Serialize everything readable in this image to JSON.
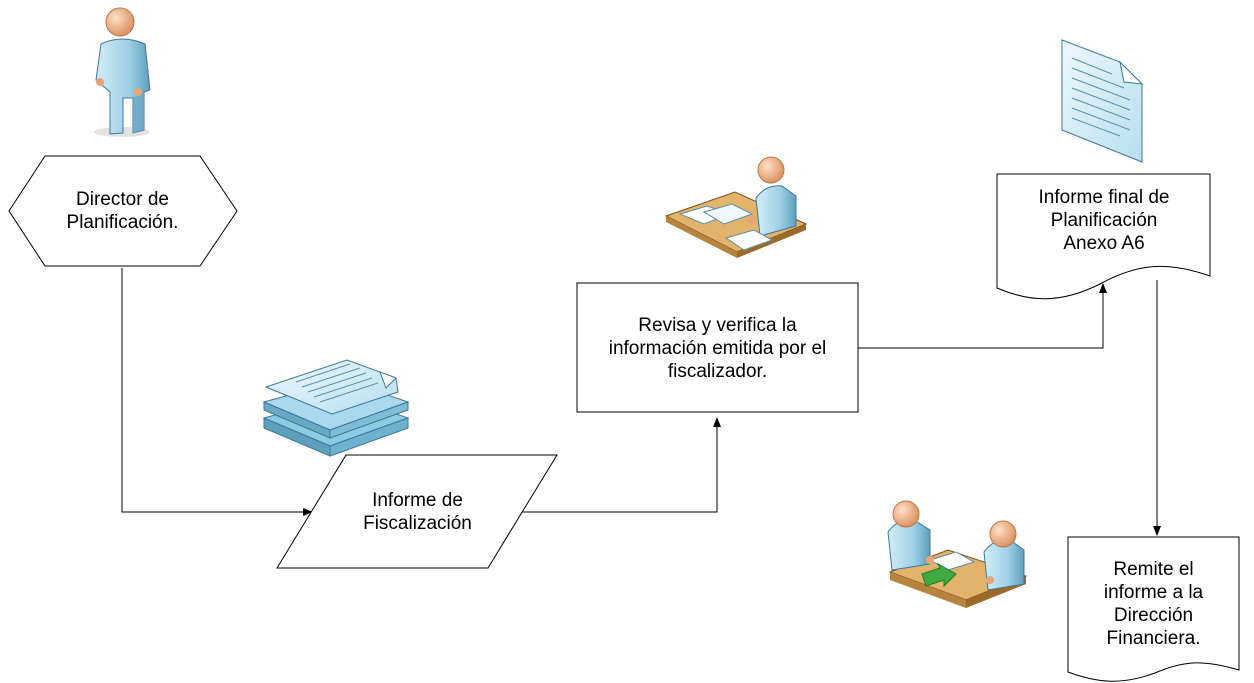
{
  "nodes": {
    "director": {
      "label": "Director de\nPlanificación."
    },
    "informe_fiscalizacion": {
      "label": "Informe de\nFiscalización"
    },
    "revisa": {
      "label": "Revisa y verifica la\ninformación emitida por el\nfiscalizador."
    },
    "informe_final": {
      "label": "Informe final de\nPlanificación\nAnexo A6"
    },
    "remite": {
      "label": "Remite el\ninforme a la\nDirección\nFinanciera."
    }
  },
  "colors": {
    "stroke": "#000000",
    "figure_fill": "#a7d3e6",
    "figure_dark": "#4f8fad",
    "skin": "#f0b98e",
    "desk": "#d9a85a",
    "desk_dark": "#8a5a22",
    "doc_fill": "#d8eef8",
    "arrow_green": "#3faa3f"
  },
  "icons": [
    "person-icon",
    "multiple-documents-icon",
    "desk-reviewer-icon",
    "document-icon",
    "meeting-handoff-icon"
  ]
}
